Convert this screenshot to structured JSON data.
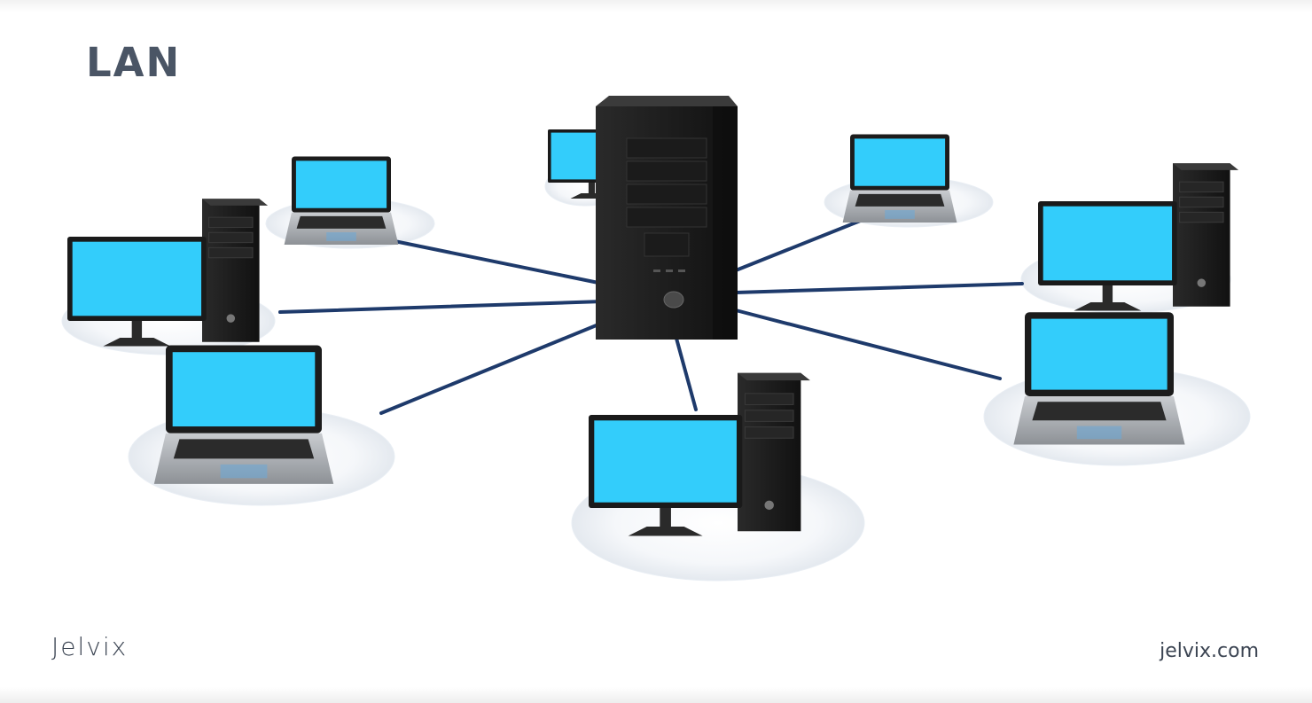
{
  "title": "LAN",
  "footer": {
    "logo": "Jelvix",
    "site": "jelvix.com"
  },
  "colors": {
    "title": "#4a5565",
    "link": "#1e3a6b",
    "screen": "#33cdfb",
    "case": "#1f1f1f",
    "platform": "#eef2f6"
  },
  "hub": {
    "kind": "server-tower"
  },
  "nodes": [
    {
      "kind": "laptop"
    },
    {
      "kind": "desktop"
    },
    {
      "kind": "laptop"
    },
    {
      "kind": "desktop"
    },
    {
      "kind": "laptop"
    },
    {
      "kind": "desktop"
    },
    {
      "kind": "laptop"
    },
    {
      "kind": "desktop"
    }
  ]
}
